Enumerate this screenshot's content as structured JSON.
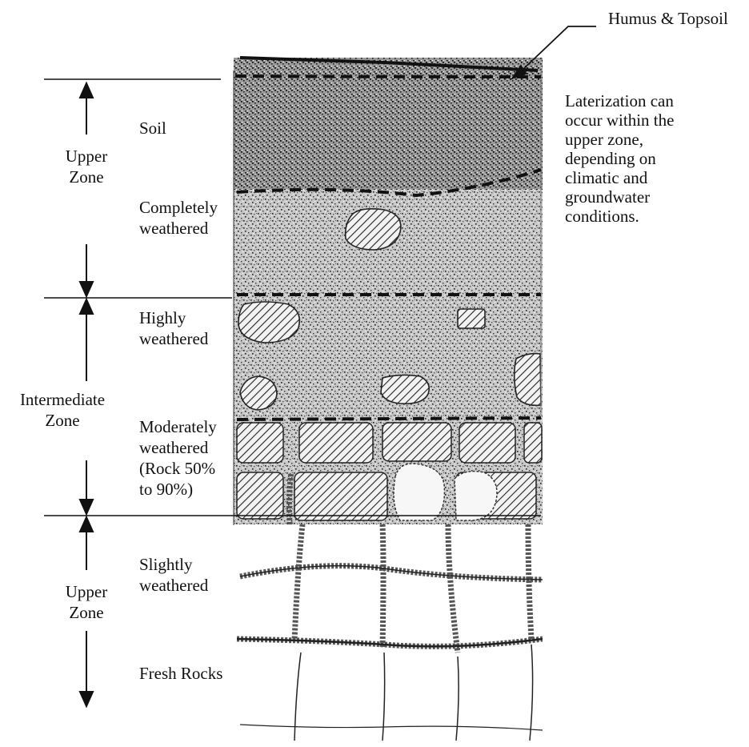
{
  "callout": {
    "label": "Humus & Topsoil"
  },
  "note": {
    "text": "Laterization can\noccur within the\nupper zone,\ndepending on\nclimatic and\ngroundwater\nconditions."
  },
  "zones": [
    {
      "label": "Upper\nZone"
    },
    {
      "label": "Intermediate\nZone"
    },
    {
      "label": "Upper\nZone"
    }
  ],
  "layers": [
    {
      "label": "Soil"
    },
    {
      "label": "Completely\nweathered"
    },
    {
      "label": "Highly\nweathered"
    },
    {
      "label": "Moderately\nweathered\n(Rock 50%\nto 90%)"
    },
    {
      "label": "Slightly\nweathered"
    },
    {
      "label": "Fresh Rocks"
    }
  ]
}
